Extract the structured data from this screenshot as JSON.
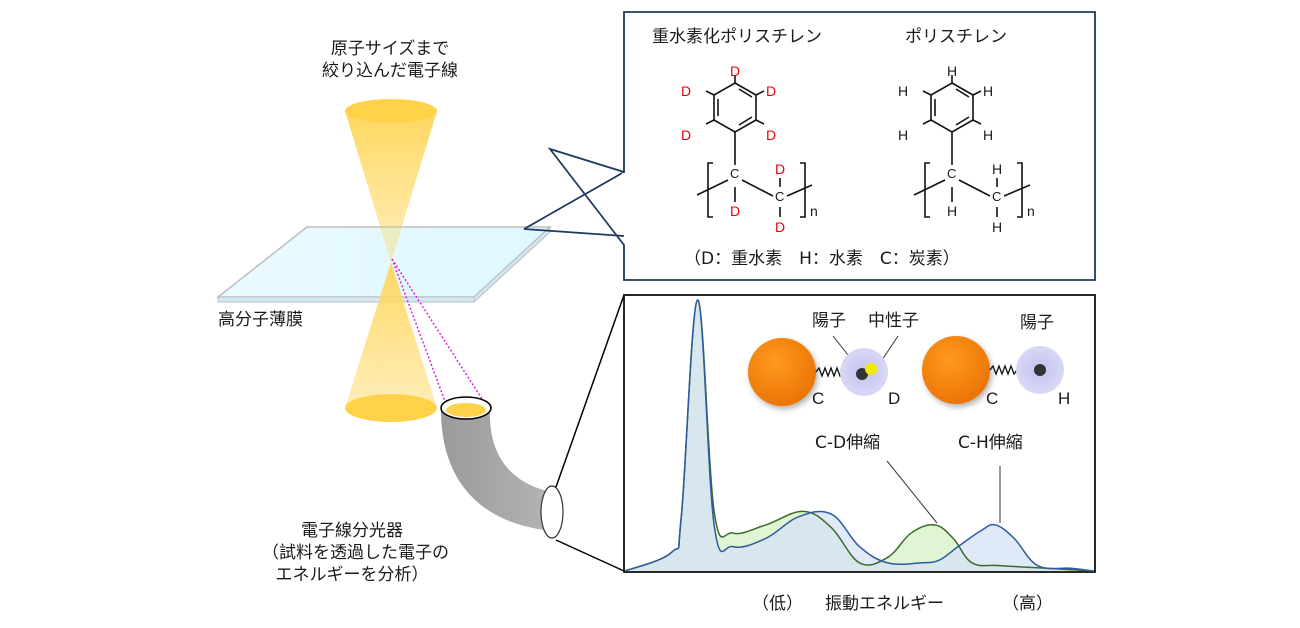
{
  "beam": {
    "label_line1": "原子サイズまで",
    "label_line2": "絞り込んだ電子線",
    "color": "#ffd34d"
  },
  "film": {
    "label": "高分子薄膜",
    "color": "#e6fbff"
  },
  "spectrometer": {
    "label_line1": "電子線分光器",
    "label_line2": "（試料を透過した電子の",
    "label_line3": "エネルギーを分析）",
    "color": "#a6a6a6"
  },
  "structures": {
    "deuterated_title": "重水素化ポリスチレン",
    "normal_title": "ポリスチレン",
    "legend": "（D：重水素　H：水素　C：炭素）",
    "deuterium_symbol": "D",
    "hydrogen_symbol": "H",
    "carbon_symbol": "C",
    "repeat_symbol": "n",
    "deuterium_color": "#e8000b"
  },
  "atoms": {
    "proton_label_cd": "陽子",
    "neutron_label": "中性子",
    "proton_label_ch": "陽子",
    "carbon_cd": "C",
    "deuterium": "D",
    "carbon_ch": "C",
    "hydrogen": "H",
    "carbon_color": "#f07d00",
    "nucleus_color": "#c9c9f0",
    "neutron_color": "#f2ea00"
  },
  "chart_data": {
    "type": "area",
    "title": "",
    "xlabel": "振動エネルギー",
    "xlabel_low": "（低）",
    "xlabel_high": "（高）",
    "ylabel": "",
    "xlim": [
      0,
      100
    ],
    "ylim": [
      0,
      100
    ],
    "grid": false,
    "annotations": [
      {
        "text": "C-D伸縮",
        "x": 66,
        "y": 24
      },
      {
        "text": "C-H伸縮",
        "x": 79,
        "y": 23
      }
    ],
    "series": [
      {
        "name": "重水素化ポリスチレン",
        "fill": "#d6f2c4",
        "stroke": "#3b6b2a",
        "x": [
          0,
          10,
          12,
          15.5,
          19,
          23,
          30,
          38,
          44,
          50,
          56,
          61,
          66,
          70,
          74,
          80,
          90,
          100
        ],
        "y": [
          0,
          7,
          20,
          100,
          22,
          14,
          17,
          22,
          16,
          3,
          5,
          14,
          17,
          12,
          3,
          2,
          1,
          0
        ]
      },
      {
        "name": "ポリスチレン",
        "fill": "#d5e2f6",
        "stroke": "#2e5aa0",
        "x": [
          0,
          10,
          12,
          15.5,
          19,
          23,
          30,
          37,
          44,
          50,
          56,
          63,
          67,
          71,
          76,
          79,
          83,
          88,
          95,
          100
        ],
        "y": [
          0,
          7,
          20,
          100,
          17,
          9,
          12,
          20,
          21,
          9,
          3,
          3,
          4,
          9,
          15,
          17,
          12,
          2,
          1,
          0
        ]
      }
    ]
  }
}
